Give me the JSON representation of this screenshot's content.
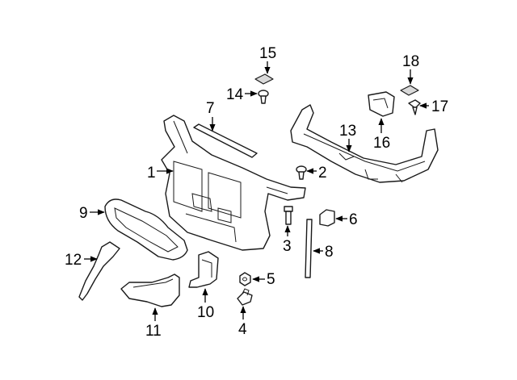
{
  "callouts": [
    {
      "id": "1",
      "label": "1"
    },
    {
      "id": "2",
      "label": "2"
    },
    {
      "id": "3",
      "label": "3"
    },
    {
      "id": "4",
      "label": "4"
    },
    {
      "id": "5",
      "label": "5"
    },
    {
      "id": "6",
      "label": "6"
    },
    {
      "id": "7",
      "label": "7"
    },
    {
      "id": "8",
      "label": "8"
    },
    {
      "id": "9",
      "label": "9"
    },
    {
      "id": "10",
      "label": "10"
    },
    {
      "id": "11",
      "label": "11"
    },
    {
      "id": "12",
      "label": "12"
    },
    {
      "id": "13",
      "label": "13"
    },
    {
      "id": "14",
      "label": "14"
    },
    {
      "id": "15",
      "label": "15"
    },
    {
      "id": "16",
      "label": "16"
    },
    {
      "id": "17",
      "label": "17"
    },
    {
      "id": "18",
      "label": "18"
    }
  ]
}
